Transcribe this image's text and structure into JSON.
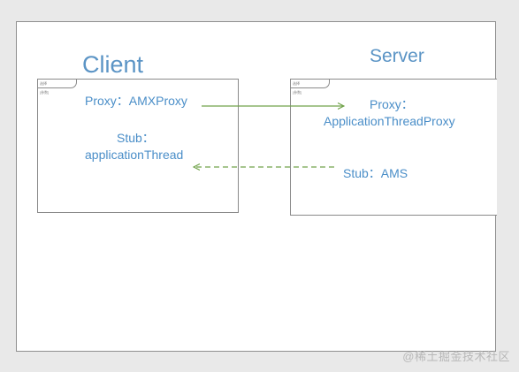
{
  "client": {
    "title": "Client",
    "frame_tab": "选择",
    "frame_sub": "[参数]",
    "proxy": "Proxy：AMXProxy",
    "stub_line1": "Stub：",
    "stub_line2": "applicationThread"
  },
  "server": {
    "title": "Server",
    "frame_tab": "选择",
    "frame_sub": "[参数]",
    "proxy_line1": "Proxy：",
    "proxy_line2": "ApplicationThreadProxy",
    "stub": "Stub：AMS"
  },
  "arrows": {
    "proxy_call": {
      "style": "solid",
      "color": "#70a24a"
    },
    "stub_callback": {
      "style": "dashed",
      "color": "#70a24a"
    }
  },
  "watermark": "@稀土掘金技术社区",
  "colors": {
    "text": "#4a8ec8",
    "title": "#5b94c5",
    "arrow": "#70a24a",
    "frame_border": "#8a8a8a"
  }
}
